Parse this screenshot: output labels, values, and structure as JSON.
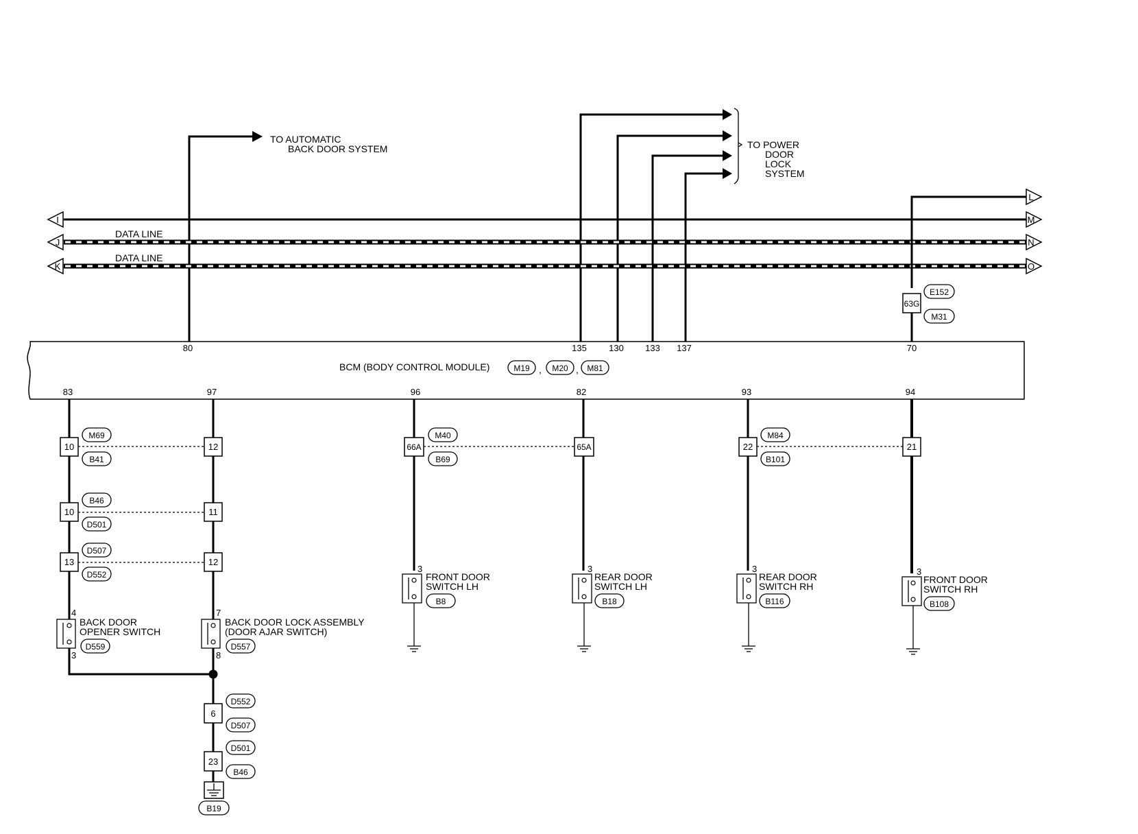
{
  "top": {
    "auto_back_door_line1": "TO AUTOMATIC",
    "auto_back_door_line2": "BACK DOOR SYSTEM",
    "power_door_lock_line1": "TO POWER",
    "power_door_lock_line2": "DOOR",
    "power_door_lock_line3": "LOCK",
    "power_door_lock_line4": "SYSTEM"
  },
  "bus": {
    "left_tags": [
      "I",
      "J",
      "K"
    ],
    "right_tags": [
      "L",
      "M",
      "N",
      "O"
    ],
    "data_line_label_1": "DATA LINE",
    "data_line_label_2": "DATA LINE"
  },
  "bcm": {
    "title": "BCM (BODY CONTROL MODULE)",
    "connectors": [
      "M19",
      "M20",
      "M81"
    ],
    "sep1": ",",
    "sep2": ",",
    "top_pins": [
      "80",
      "135",
      "130",
      "133",
      "137",
      "70"
    ],
    "bottom_pins": [
      "83",
      "97",
      "96",
      "82",
      "93",
      "94"
    ]
  },
  "inline_63g": {
    "terminal": "63G",
    "upper": "E152",
    "lower": "M31"
  },
  "row1": {
    "left_upper": "M69",
    "left_lower": "B41",
    "left_a": "10",
    "left_b": "12",
    "mid_upper": "M40",
    "mid_lower": "B69",
    "mid_a": "66A",
    "mid_b": "65A",
    "right_upper": "M84",
    "right_lower": "B101",
    "right_a": "22",
    "right_b": "21"
  },
  "row2": {
    "upper": "B46",
    "lower": "D501",
    "a": "10",
    "b": "11"
  },
  "row3": {
    "upper": "D507",
    "lower": "D552",
    "a": "13",
    "b": "12"
  },
  "switches": {
    "back_opener": {
      "line1": "BACK DOOR",
      "line2": "OPENER SWITCH",
      "conn": "D559",
      "pin_top": "4",
      "pin_bot": "3"
    },
    "back_lock": {
      "line1": "BACK DOOR LOCK ASSEMBLY",
      "line2": "(DOOR AJAR SWITCH)",
      "conn": "D557",
      "pin_top": "7",
      "pin_bot": "8"
    },
    "front_lh": {
      "line1": "FRONT DOOR",
      "line2": "SWITCH LH",
      "conn": "B8",
      "pin": "3"
    },
    "rear_lh": {
      "line1": "REAR DOOR",
      "line2": "SWITCH LH",
      "conn": "B18",
      "pin": "3"
    },
    "rear_rh": {
      "line1": "REAR DOOR",
      "line2": "SWITCH RH",
      "conn": "B116",
      "pin": "3"
    },
    "front_rh": {
      "line1": "FRONT DOOR",
      "line2": "SWITCH RH",
      "conn": "B108",
      "pin": "3"
    }
  },
  "ground_chain": {
    "c1": {
      "upper": "D552",
      "lower": "D507",
      "num": "6"
    },
    "c2": {
      "upper": "D501",
      "lower": "B46",
      "num": "23"
    },
    "ground_conn": "B19"
  }
}
